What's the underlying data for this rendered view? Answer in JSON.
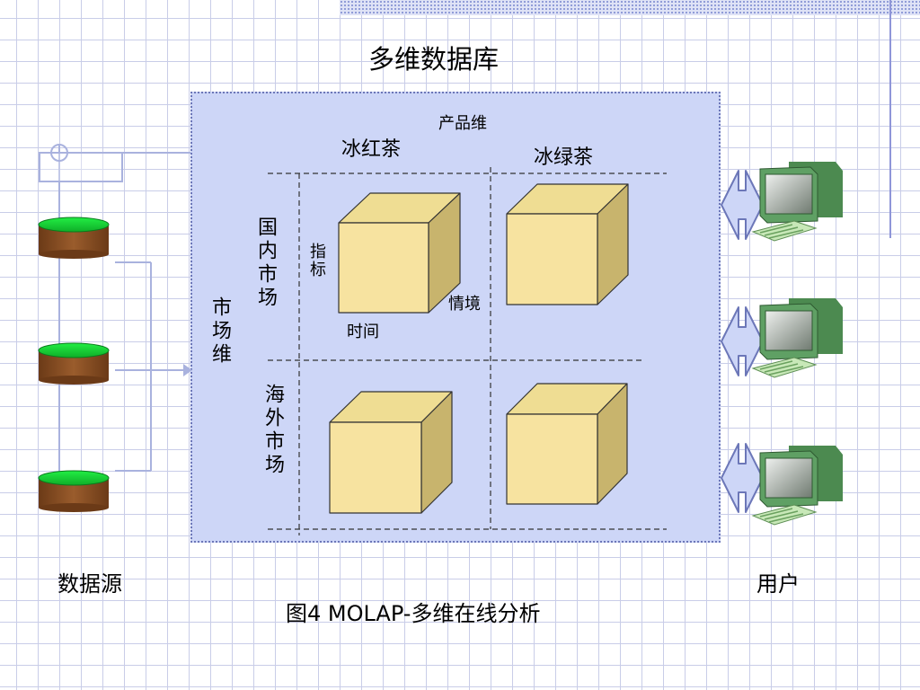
{
  "title": "多维数据库",
  "dimensions": {
    "product_axis": "产品维",
    "market_axis": "市场维"
  },
  "products": [
    "冰红茶",
    "冰绿茶"
  ],
  "markets": [
    "国内市场",
    "海外市场"
  ],
  "cube_axes": {
    "vertical": "指标",
    "bottom": "时间",
    "depth": "情境"
  },
  "left_label": "数据源",
  "right_label": "用户",
  "caption": "图4  MOLAP-多维在线分析",
  "colors": {
    "panel": "#cdd6f7",
    "cube_front": "#f7e3a0",
    "cube_top": "#efdd93",
    "cube_side": "#c8b46d",
    "cylinder_body": "#8a4f24",
    "cylinder_top": "#1cd63a",
    "monitor": "#5b9b5f"
  },
  "icons": [
    "database-cylinder-icon",
    "computer-terminal-icon",
    "double-arrow-icon"
  ]
}
